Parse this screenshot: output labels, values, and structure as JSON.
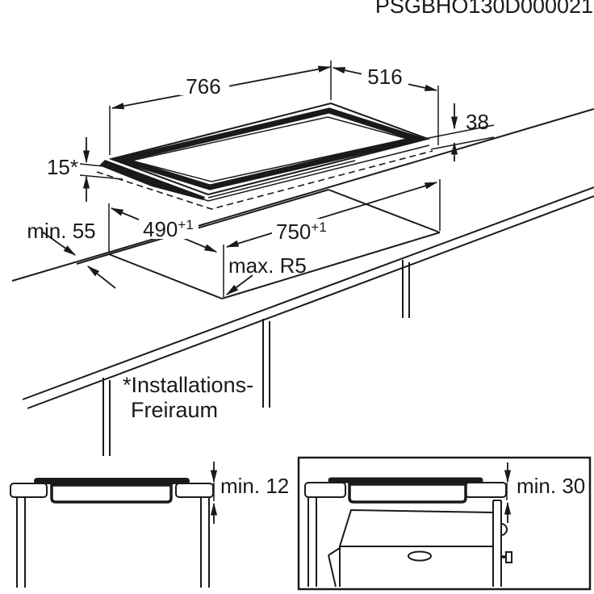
{
  "header": {
    "code": "PSGBHO130D000021"
  },
  "colors": {
    "ink": "#1a1a1a",
    "background": "#ffffff"
  },
  "main_view": {
    "description": "isometric-hob-above-worktop-cutout",
    "dimensions": {
      "hob_width": "766",
      "hob_depth": "516",
      "hob_height": "38",
      "overhang": "15*",
      "rear_clearance": "min. 55",
      "cutout_depth": "490",
      "cutout_depth_tolerance": "+1",
      "cutout_width": "750",
      "cutout_width_tolerance": "+1",
      "corner_radius": "max. R5"
    },
    "note": {
      "line1": "*Installations-",
      "line2": "Freiraum"
    }
  },
  "detail_views": {
    "left": {
      "description": "hob-over-drawer-clearance",
      "clearance": "min. 12"
    },
    "right": {
      "description": "hob-over-oven-clearance",
      "clearance": "min. 30"
    }
  }
}
